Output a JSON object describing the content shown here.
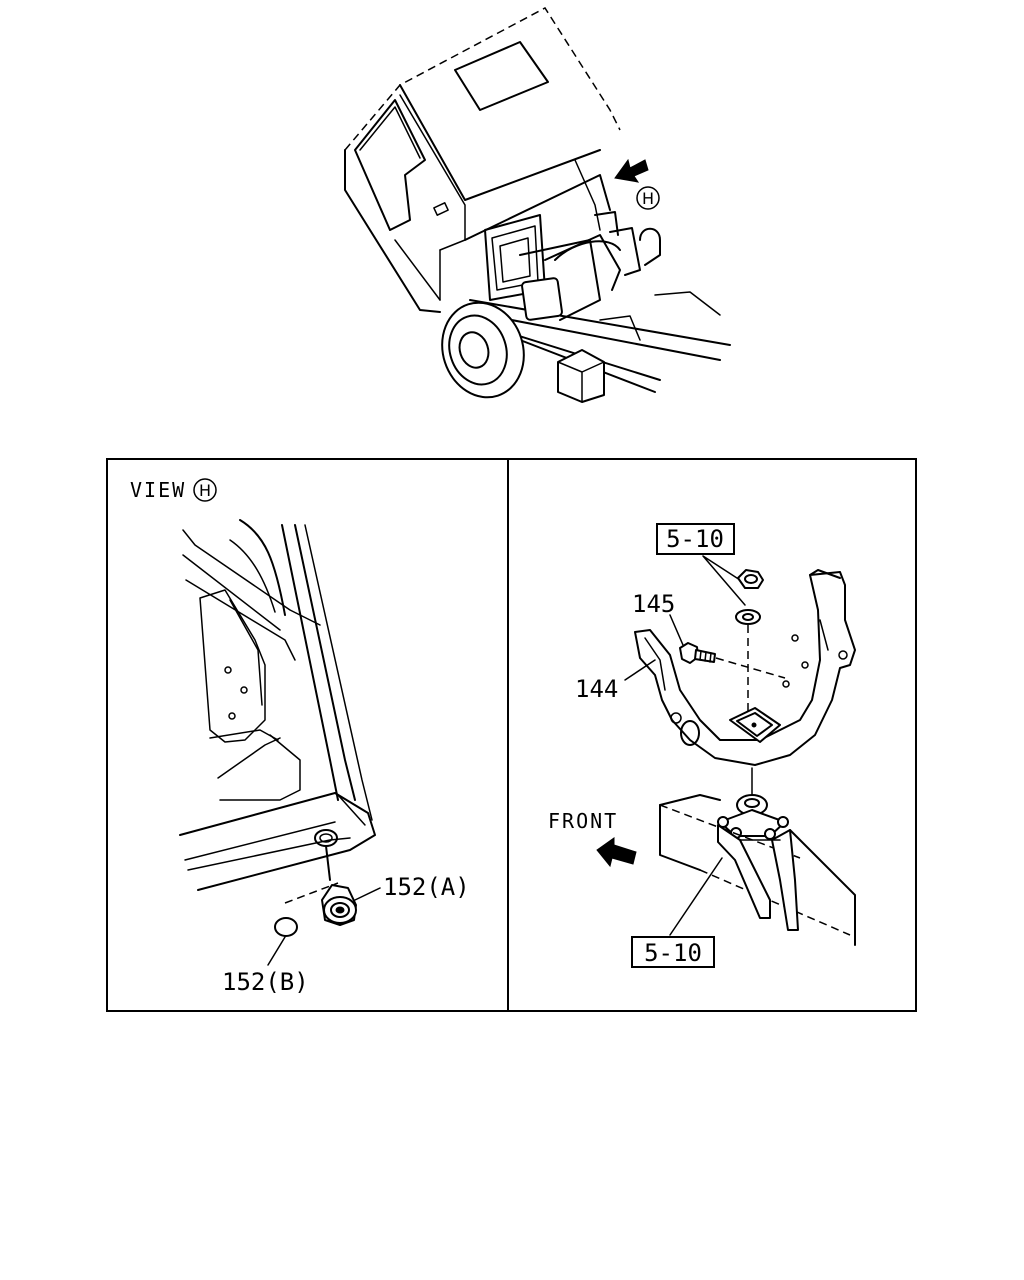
{
  "diagram": {
    "view_marker": "H",
    "view_title": "VIEW",
    "direction_label": "FRONT",
    "callouts": {
      "bolt": "145",
      "bracket": "144",
      "grommet_a": "152(A)",
      "plug_b": "152(B)",
      "ref_upper": "5-10",
      "ref_lower": "5-10"
    }
  }
}
